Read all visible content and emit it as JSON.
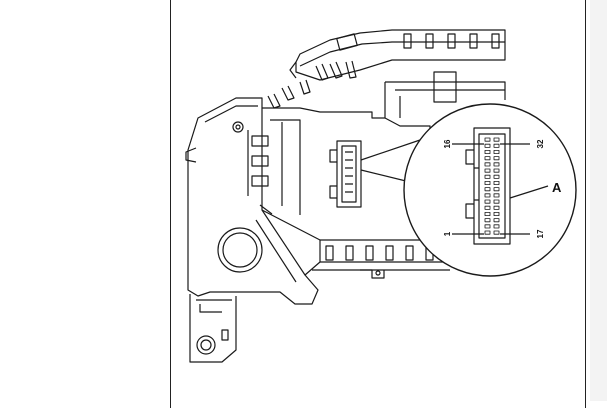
{
  "diagram": {
    "pin_labels": {
      "top_left": "16",
      "top_right": "32",
      "bottom_left": "1",
      "bottom_right": "17"
    },
    "callout_label": "A"
  }
}
